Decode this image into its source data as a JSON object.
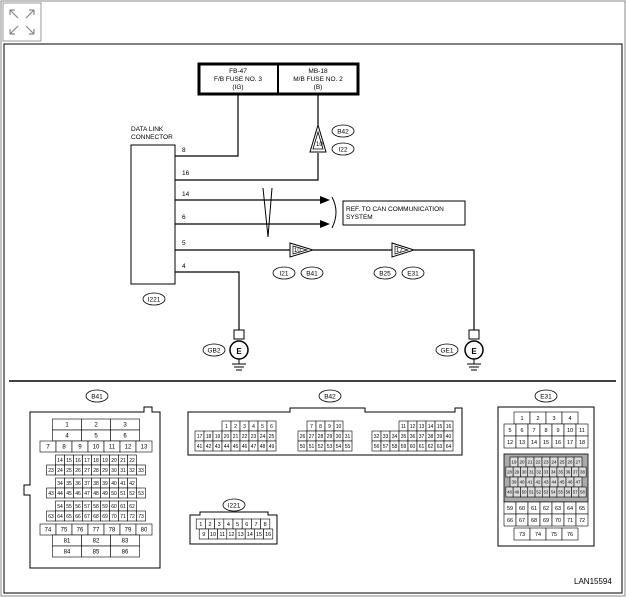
{
  "figure_id": "LAN15594",
  "fuses": [
    {
      "line1": "FB-47",
      "line2": "F/B FUSE NO. 3",
      "line3": "(IG)"
    },
    {
      "line1": "MB-18",
      "line2": "M/B FUSE NO. 2",
      "line3": "(B)"
    }
  ],
  "dlc": {
    "title_line1": "DATA LINK",
    "title_line2": "CONNECTOR",
    "connector": "I221",
    "pins": [
      "8",
      "16",
      "14",
      "6",
      "5",
      "4"
    ]
  },
  "fuse_connectors": [
    "B42",
    "I22"
  ],
  "can_ref": {
    "line1": "REF. TO CAN COMMUNICATION",
    "line2": "SYSTEM"
  },
  "junction_1": {
    "pin": "10",
    "conn_a": "I21",
    "conn_b": "B41"
  },
  "junction_2": {
    "pin": "17",
    "conn_a": "B25",
    "conn_b": "E31"
  },
  "grounds": [
    {
      "label": "GB2",
      "symbol": "E"
    },
    {
      "label": "GE1",
      "symbol": "E"
    }
  ],
  "connectors": {
    "B41": {
      "label": "B41",
      "rows": [
        [
          "1",
          "2",
          "3"
        ],
        [
          "4",
          "5",
          "6"
        ],
        [
          "7",
          "8",
          "9",
          "10",
          "11",
          "12",
          "13"
        ],
        [
          "14",
          "15",
          "16",
          "17",
          "18",
          "19",
          "20",
          "21",
          "22"
        ],
        [
          "23",
          "24",
          "25",
          "26",
          "27",
          "28",
          "29",
          "30",
          "31",
          "32",
          "33"
        ],
        [
          "34",
          "35",
          "36",
          "37",
          "38",
          "39",
          "40",
          "41",
          "42"
        ],
        [
          "43",
          "44",
          "45",
          "46",
          "47",
          "48",
          "49",
          "50",
          "51",
          "52",
          "53"
        ],
        [
          "54",
          "55",
          "56",
          "57",
          "58",
          "59",
          "60",
          "61",
          "62"
        ],
        [
          "63",
          "64",
          "65",
          "66",
          "67",
          "68",
          "69",
          "70",
          "71",
          "72",
          "73"
        ],
        [
          "74",
          "75",
          "76",
          "77",
          "78",
          "79",
          "80"
        ],
        [
          "81",
          "82",
          "83"
        ],
        [
          "84",
          "85",
          "86"
        ]
      ]
    },
    "B42": {
      "label": "B42",
      "blocks": [
        [
          [
            "1",
            "2",
            "3",
            "4",
            "5",
            "6"
          ],
          [
            "17",
            "18",
            "19",
            "20",
            "21",
            "22",
            "23",
            "24",
            "25"
          ],
          [
            "41",
            "42",
            "43",
            "44",
            "45",
            "46",
            "47",
            "48",
            "49"
          ]
        ],
        [
          [
            "7",
            "8",
            "9",
            "10"
          ],
          [
            "26",
            "27",
            "28",
            "29",
            "30",
            "31"
          ],
          [
            "50",
            "51",
            "52",
            "53",
            "54",
            "55"
          ]
        ],
        [
          [
            "11",
            "12",
            "13",
            "14",
            "15",
            "16"
          ],
          [
            "32",
            "33",
            "34",
            "35",
            "36",
            "37",
            "38",
            "39",
            "40"
          ],
          [
            "56",
            "57",
            "58",
            "59",
            "60",
            "61",
            "62",
            "63",
            "64"
          ]
        ]
      ]
    },
    "E31": {
      "label": "E31",
      "rows": [
        [
          "1",
          "2",
          "3",
          "4"
        ],
        [
          "5",
          "6",
          "7",
          "8",
          "9",
          "10",
          "11"
        ],
        [
          "12",
          "13",
          "14",
          "15",
          "16",
          "17",
          "18"
        ],
        [
          "19",
          "20",
          "21",
          "22",
          "23",
          "24",
          "25",
          "26",
          "27"
        ],
        [
          "28",
          "29",
          "30",
          "31",
          "32",
          "33",
          "34",
          "35",
          "36",
          "37",
          "38"
        ],
        [
          "39",
          "40",
          "41",
          "42",
          "43",
          "44",
          "45",
          "46",
          "47"
        ],
        [
          "48",
          "49",
          "50",
          "51",
          "52",
          "53",
          "54",
          "55",
          "56",
          "57",
          "58"
        ],
        [
          "59",
          "60",
          "61",
          "62",
          "63",
          "64",
          "65"
        ],
        [
          "66",
          "67",
          "68",
          "69",
          "70",
          "71",
          "72"
        ],
        [
          "73",
          "74",
          "75",
          "76"
        ]
      ]
    },
    "I221": {
      "label": "I221",
      "rows": [
        [
          "1",
          "2",
          "3",
          "4",
          "5",
          "6",
          "7",
          "8"
        ],
        [
          "9",
          "10",
          "11",
          "12",
          "13",
          "14",
          "15",
          "16"
        ]
      ]
    }
  }
}
